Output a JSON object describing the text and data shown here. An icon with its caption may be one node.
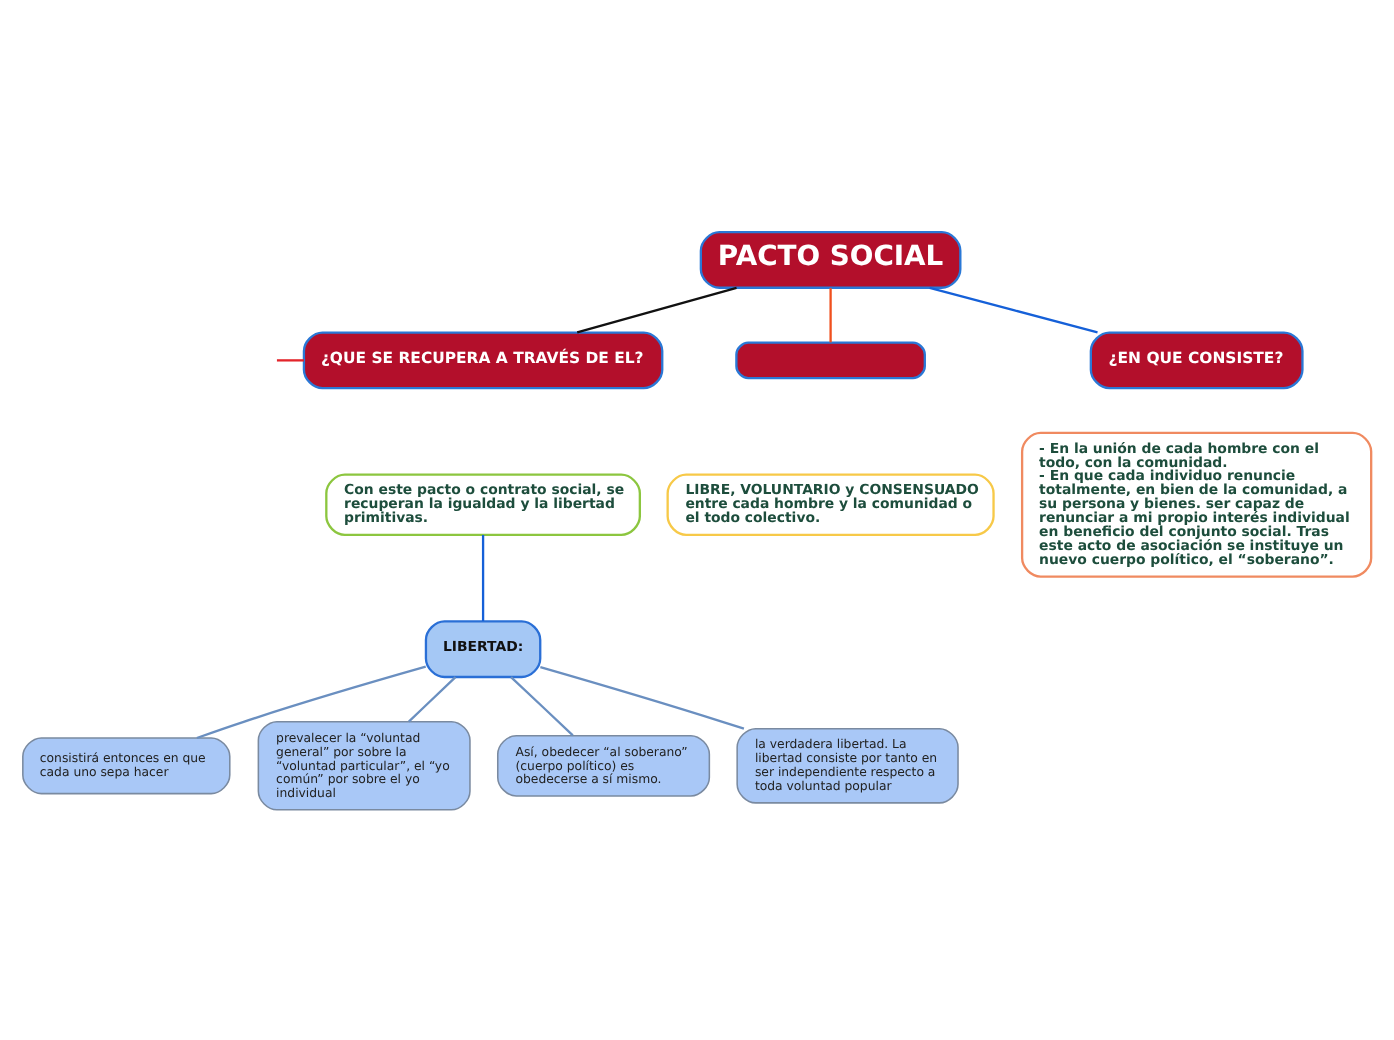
{
  "diagram": {
    "nodes": [
      {
        "text": [
          "PACTO SOCIAL"
        ]
      },
      {
        "text": [
          "¿QUE SE RECUPERA A TRAVÉS DE EL?"
        ]
      },
      {
        "text": [
          "Con este pacto o contrato social, se recuperan la igualdad y la libertad primitivas."
        ]
      },
      {
        "text": [
          "LIBERTAD:"
        ]
      },
      {
        "text": [
          "consistirá entonces en que cada uno sepa hacer"
        ]
      },
      {
        "text": [
          "prevalecer la “voluntad general” por sobre la “voluntad particular”, el “yo común” por sobre el yo individual"
        ]
      },
      {
        "text": [
          "Así, obedecer “al soberano” (cuerpo político) es obedecerse a sí mismo."
        ]
      },
      {
        "text": [
          "la verdadera libertad. La libertad consiste por tanto en ser independiente respecto a toda voluntad popular"
        ]
      },
      {
        "text": [],
        "shape": "box"
      },
      {
        "text": [
          "LIBRE, VOLUNTARIO y CONSENSUADO entre cada hombre y la comunidad o el todo colectivo."
        ]
      },
      {
        "text": [
          "¿EN QUE CONSISTE?"
        ]
      },
      {
        "text": [
          "- En la unión de cada hombre con el todo, con la comunidad.",
          "- En que cada individuo renuncie totalmente, en bien de la comunidad, a su persona y bienes. ser capaz de renunciar a mi propio interés individual en beneficio del conjunto social. Tras este acto de asociación se instituye un nuevo cuerpo político, el “soberano”."
        ]
      }
    ],
    "edges": [
      {
        "from": 0,
        "to": 1,
        "arrow": "none",
        "color": "#111111"
      },
      {
        "from": 0,
        "to": 8,
        "arrow": "none",
        "color": "#f0501e"
      },
      {
        "from": 0,
        "to": 10,
        "arrow": "none",
        "color": "#1560d8"
      },
      {
        "from": null,
        "to": 1,
        "arrow": "none",
        "color": "#e3242b"
      },
      {
        "from": 2,
        "to": 3,
        "arrow": "none",
        "color": "#1560d8"
      },
      {
        "from": 3,
        "to": 4,
        "arrow": "none",
        "color": "#6a8fc0"
      },
      {
        "from": 3,
        "to": 5,
        "arrow": "none",
        "color": "#6a8fc0"
      },
      {
        "from": 3,
        "to": 6,
        "arrow": "none",
        "color": "#6a8fc0"
      },
      {
        "from": 3,
        "to": 7,
        "arrow": "none",
        "color": "#6a8fc0"
      }
    ]
  }
}
